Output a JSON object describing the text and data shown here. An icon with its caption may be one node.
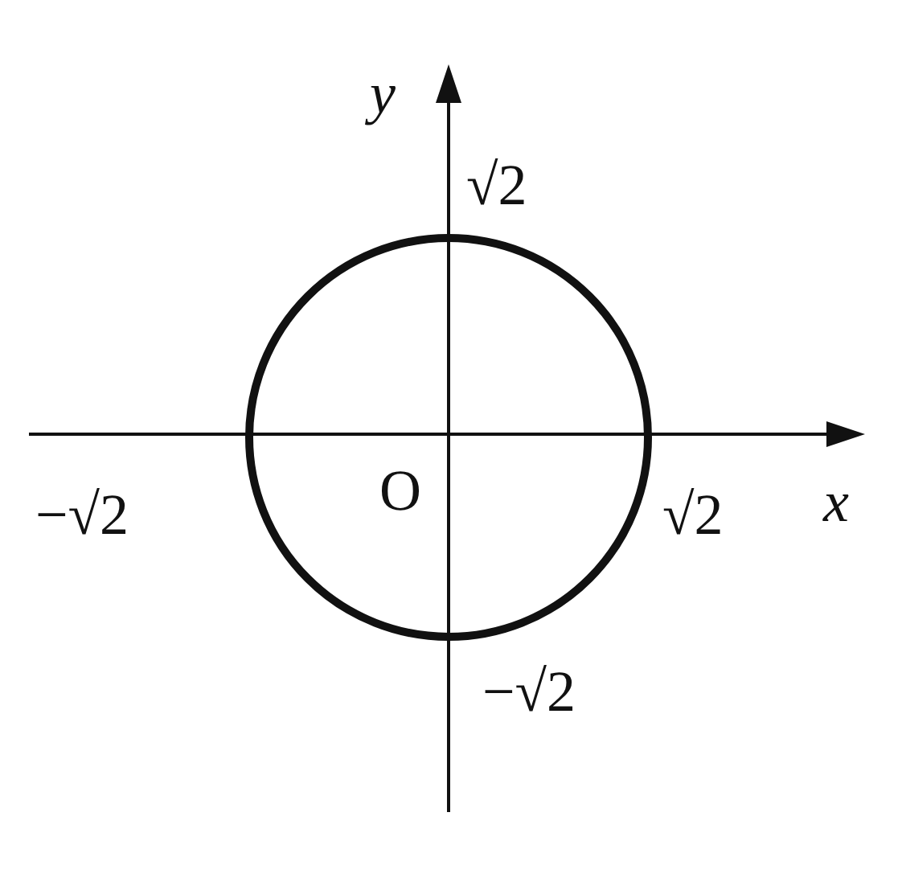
{
  "diagram": {
    "labels": [
      "y",
      "√2",
      "−√2",
      "O",
      "√2",
      "x",
      "−√2"
    ]
  }
}
